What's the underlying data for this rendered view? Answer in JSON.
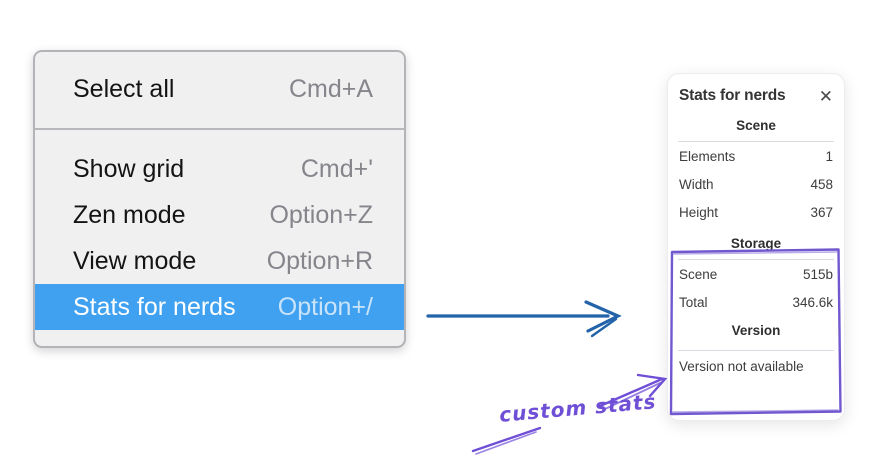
{
  "menu": {
    "sections": [
      {
        "items": [
          {
            "label": "Select all",
            "shortcut": "Cmd+A"
          }
        ]
      },
      {
        "items": [
          {
            "label": "Show grid",
            "shortcut": "Cmd+'"
          },
          {
            "label": "Zen mode",
            "shortcut": "Option+Z"
          },
          {
            "label": "View mode",
            "shortcut": "Option+R"
          },
          {
            "label": "Stats for nerds",
            "shortcut": "Option+/",
            "highlighted": true
          }
        ]
      }
    ]
  },
  "panel": {
    "title": "Stats for nerds",
    "close_icon": "✕",
    "sections": [
      {
        "heading": "Scene",
        "rows": [
          {
            "label": "Elements",
            "value": "1"
          },
          {
            "label": "Width",
            "value": "458"
          },
          {
            "label": "Height",
            "value": "367"
          }
        ]
      },
      {
        "heading": "Storage",
        "rows": [
          {
            "label": "Scene",
            "value": "515b"
          },
          {
            "label": "Total",
            "value": "346.6k"
          }
        ]
      },
      {
        "heading": "Version",
        "note": "Version not available"
      }
    ]
  },
  "annotation": {
    "label": "custom stats"
  },
  "colors": {
    "menu_highlight": "#3fa1ef",
    "arrow_blue": "#2263a9",
    "annotation_purple": "#6f4fd6",
    "sketch_box_purple": "#7158cf"
  }
}
